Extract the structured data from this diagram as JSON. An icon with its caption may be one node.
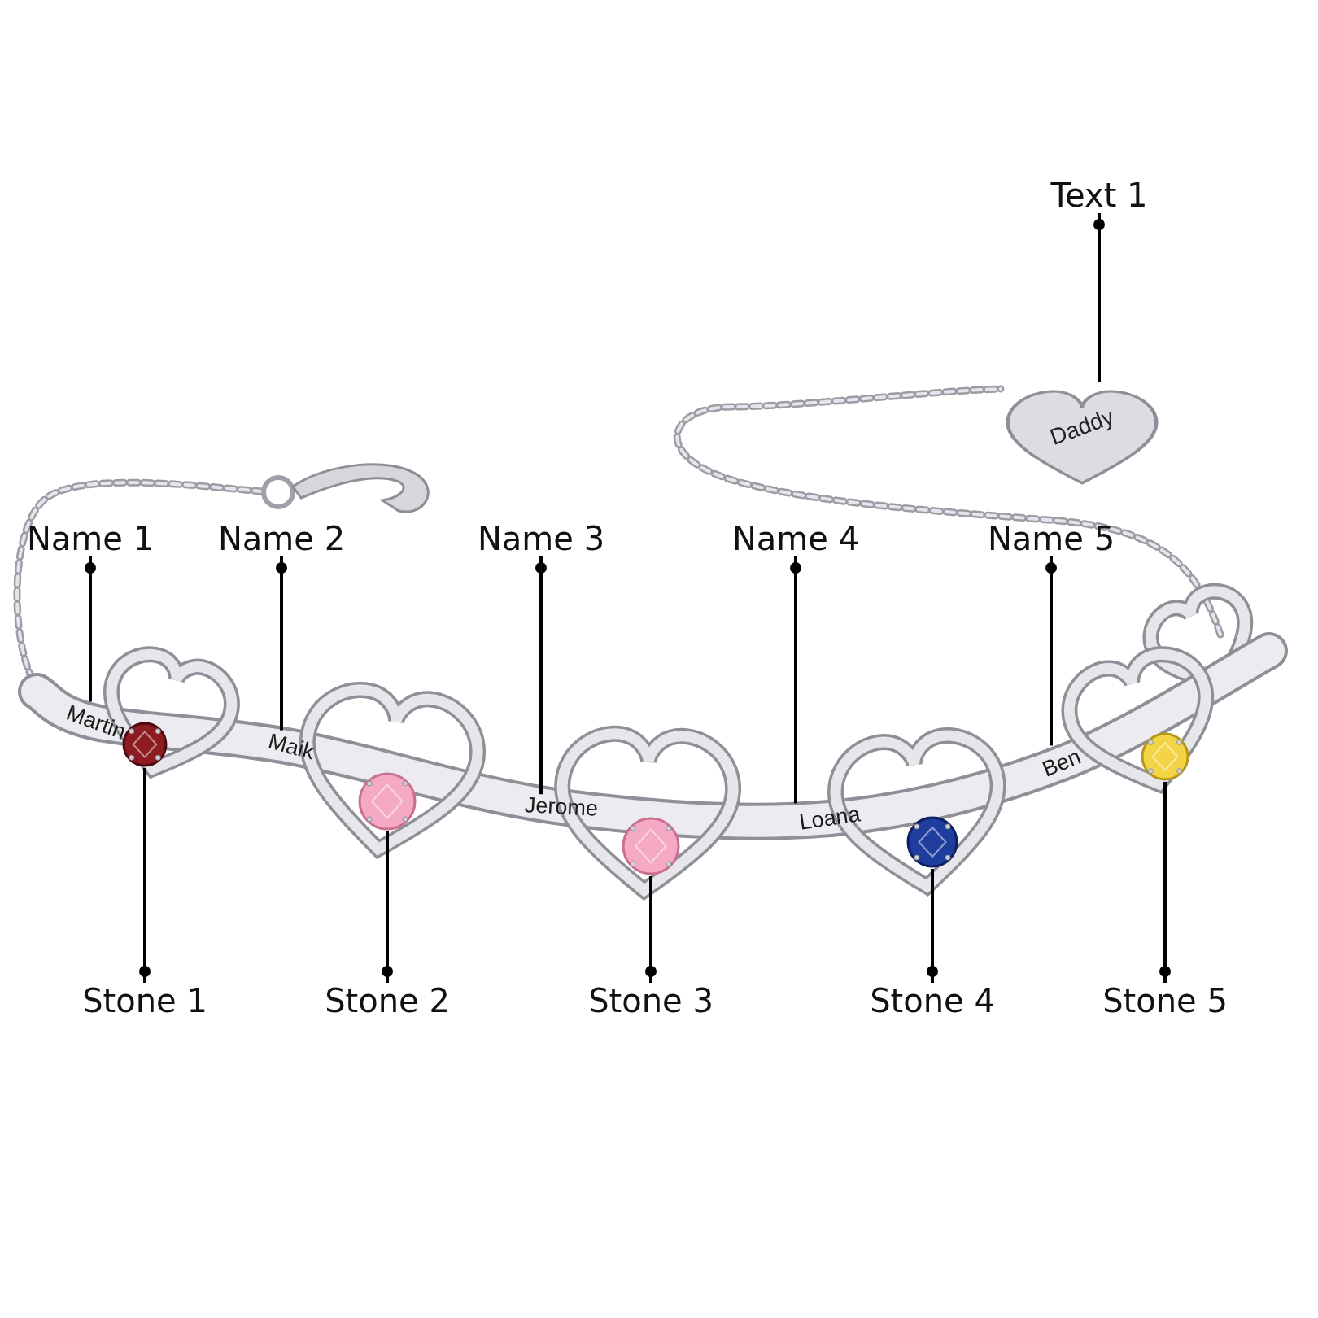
{
  "diagram": {
    "nodes": [
      {
        "text": [
          "Text 1"
        ]
      },
      {
        "text": [
          "Daddy"
        ]
      },
      {
        "text": [
          "Name 1"
        ]
      },
      {
        "text": [
          "Name 2"
        ]
      },
      {
        "text": [
          "Name 3"
        ]
      },
      {
        "text": [
          "Name 4"
        ]
      },
      {
        "text": [
          "Name 5"
        ]
      },
      {
        "text": [
          "Martin"
        ]
      },
      {
        "text": [
          "Maik"
        ]
      },
      {
        "text": [
          "Jerome"
        ]
      },
      {
        "text": [
          "Loana"
        ]
      },
      {
        "text": [
          "Ben"
        ]
      },
      {
        "text": [],
        "shape": "circle"
      },
      {
        "text": [],
        "shape": "circle"
      },
      {
        "text": [],
        "shape": "circle"
      },
      {
        "text": [],
        "shape": "circle"
      },
      {
        "text": [],
        "shape": "circle"
      },
      {
        "text": [
          "Stone 1"
        ]
      },
      {
        "text": [
          "Stone 2"
        ]
      },
      {
        "text": [
          "Stone 3"
        ]
      },
      {
        "text": [
          "Stone 4"
        ]
      },
      {
        "text": [
          "Stone 5"
        ]
      }
    ],
    "edges": [
      {
        "from": 0,
        "to": 1,
        "arrow": "other"
      },
      {
        "from": 2,
        "to": 7,
        "arrow": "other"
      },
      {
        "from": 3,
        "to": 8,
        "arrow": "other"
      },
      {
        "from": 4,
        "to": 9,
        "arrow": "other"
      },
      {
        "from": 5,
        "to": 10,
        "arrow": "other"
      },
      {
        "from": 6,
        "to": 11,
        "arrow": "other"
      },
      {
        "from": 17,
        "to": 12,
        "arrow": "other"
      },
      {
        "from": 18,
        "to": 13,
        "arrow": "other"
      },
      {
        "from": 19,
        "to": 14,
        "arrow": "other"
      },
      {
        "from": 20,
        "to": 15,
        "arrow": "other"
      },
      {
        "from": 21,
        "to": 16,
        "arrow": "other"
      }
    ]
  }
}
